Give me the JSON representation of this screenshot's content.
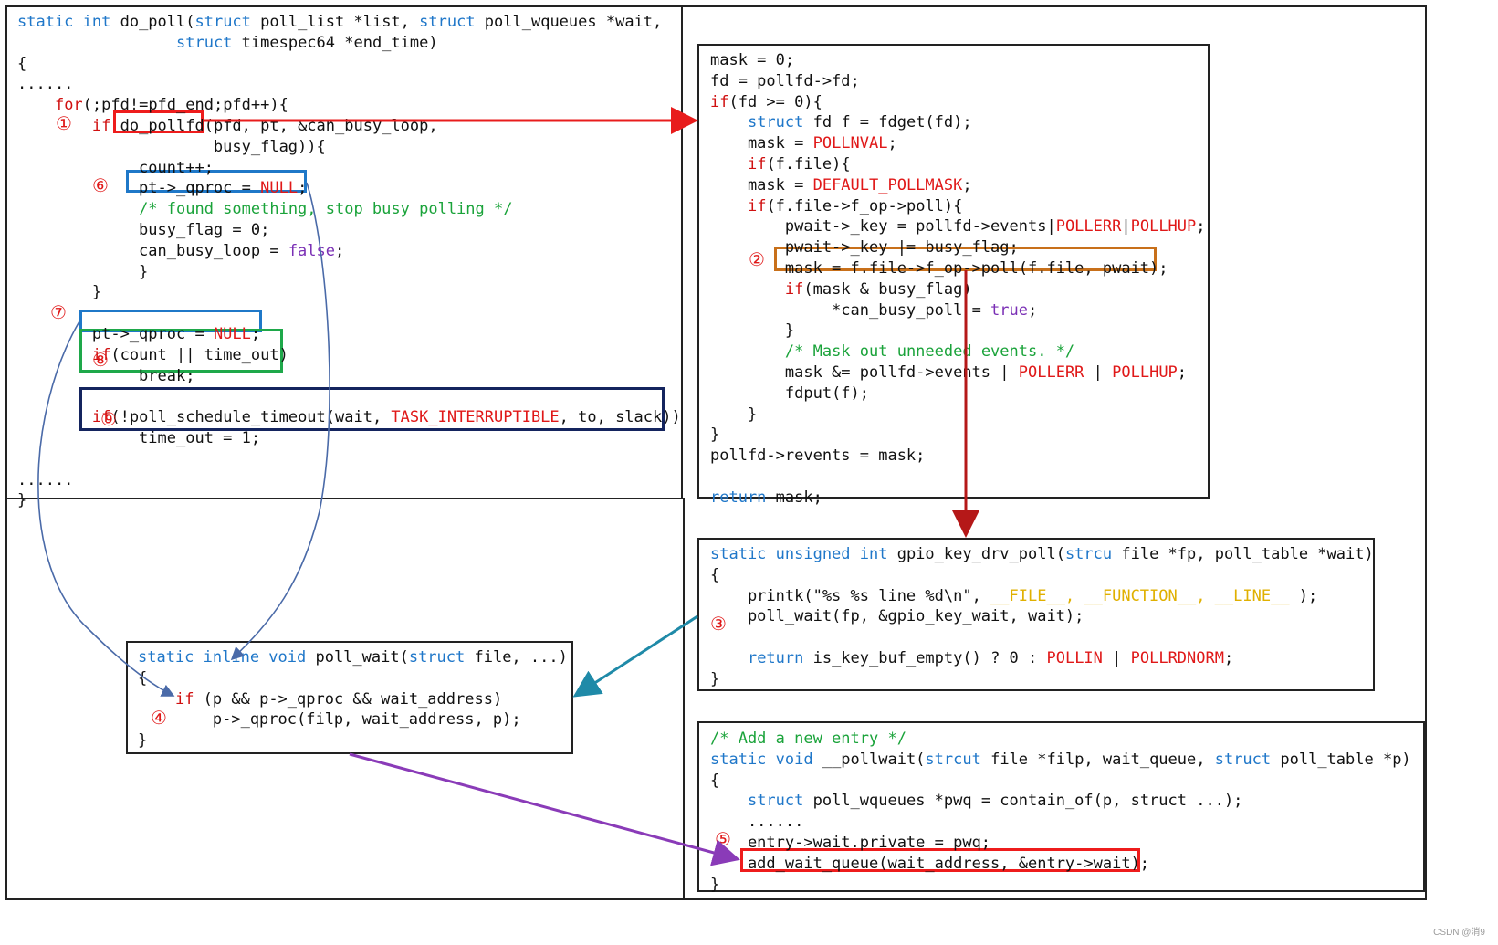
{
  "colors": {
    "keyword": "#1f77c9",
    "control": "#d01010",
    "constant": "#e01818",
    "comment": "#1aa33a",
    "bool": "#7a2fb5",
    "macro": "#e0b000",
    "box_red": "#ee1c1c",
    "box_blue": "#1f78c8",
    "box_green": "#1ea84a",
    "box_navy": "#14245e",
    "box_orange": "#c8701a",
    "arrow_red": "#e81c1c",
    "arrow_darkred": "#b51818",
    "arrow_teal": "#1f8aa8",
    "arrow_purple": "#8a3bb8",
    "arrow_blue": "#4a6aa8"
  },
  "blocks": [
    {
      "id": "do-poll",
      "lines": [
        [
          [
            "static int",
            "kw"
          ],
          [
            " do_poll(",
            ""
          ],
          [
            "struct",
            "kw"
          ],
          [
            " poll_list *list, ",
            ""
          ],
          [
            "struct",
            "kw"
          ],
          [
            " poll_wqueues *wait,",
            ""
          ]
        ],
        [
          [
            "                 ",
            ""
          ],
          [
            "struct",
            "kw"
          ],
          [
            " timespec64 *end_time)",
            ""
          ]
        ],
        [
          [
            "{",
            ""
          ]
        ],
        [
          [
            "......",
            ""
          ]
        ],
        [
          [
            "    ",
            ""
          ],
          [
            "for",
            "ctl"
          ],
          [
            "(;pfd!=pfd_end;pfd++){",
            ""
          ]
        ],
        [
          [
            "        ",
            ""
          ],
          [
            "if",
            "ctl"
          ],
          [
            " do_pollfd(pfd, pt, &can_busy_loop,",
            ""
          ]
        ],
        [
          [
            "                     busy_flag)){",
            ""
          ]
        ],
        [
          [
            "             count++;",
            ""
          ]
        ],
        [
          [
            "             pt->_qproc = ",
            ""
          ],
          [
            "NULL",
            "cst"
          ],
          [
            ";",
            ""
          ]
        ],
        [
          [
            "             ",
            ""
          ],
          [
            "/* found something, stop busy polling */",
            "cm"
          ]
        ],
        [
          [
            "             busy_flag = 0;",
            ""
          ]
        ],
        [
          [
            "             can_busy_loop = ",
            ""
          ],
          [
            "false",
            "bool"
          ],
          [
            ";",
            ""
          ]
        ],
        [
          [
            "             }",
            ""
          ]
        ],
        [
          [
            "        }",
            ""
          ]
        ],
        [
          [
            "",
            ""
          ]
        ],
        [
          [
            "        pt->_qproc = ",
            ""
          ],
          [
            "NULL",
            "cst"
          ],
          [
            ";",
            ""
          ]
        ],
        [
          [
            "        ",
            ""
          ],
          [
            "if",
            "ctl"
          ],
          [
            "(count || time_out)",
            ""
          ]
        ],
        [
          [
            "             break;",
            ""
          ]
        ],
        [
          [
            "",
            ""
          ]
        ],
        [
          [
            "        ",
            ""
          ],
          [
            "if",
            "ctl"
          ],
          [
            "(!poll_schedule_timeout(wait, ",
            ""
          ],
          [
            "TASK_INTERRUPTIBLE",
            "cst"
          ],
          [
            ", to, slack))",
            ""
          ]
        ],
        [
          [
            "             time_out = 1;",
            ""
          ]
        ],
        [
          [
            "",
            ""
          ]
        ],
        [
          [
            "......",
            ""
          ]
        ],
        [
          [
            "}",
            ""
          ]
        ]
      ]
    },
    {
      "id": "do-pollfd",
      "lines": [
        [
          [
            "mask = 0;",
            ""
          ]
        ],
        [
          [
            "fd = pollfd->fd;",
            ""
          ]
        ],
        [
          [
            "if",
            "ctl"
          ],
          [
            "(fd >= 0){",
            ""
          ]
        ],
        [
          [
            "    ",
            ""
          ],
          [
            "struct",
            "kw"
          ],
          [
            " fd f = fdget(fd);",
            ""
          ]
        ],
        [
          [
            "    mask = ",
            ""
          ],
          [
            "POLLNVAL",
            "cst"
          ],
          [
            ";",
            ""
          ]
        ],
        [
          [
            "    ",
            ""
          ],
          [
            "if",
            "ctl"
          ],
          [
            "(f.file){",
            ""
          ]
        ],
        [
          [
            "    mask = ",
            ""
          ],
          [
            "DEFAULT_POLLMASK",
            "cst"
          ],
          [
            ";",
            ""
          ]
        ],
        [
          [
            "    ",
            ""
          ],
          [
            "if",
            "ctl"
          ],
          [
            "(f.file->f_op->poll){",
            ""
          ]
        ],
        [
          [
            "        pwait->_key = pollfd->events|",
            ""
          ],
          [
            "POLLERR",
            "cst"
          ],
          [
            "|",
            ""
          ],
          [
            "POLLHUP",
            "cst"
          ],
          [
            ";",
            ""
          ]
        ],
        [
          [
            "        pwait->_key |= busy_flag;",
            ""
          ]
        ],
        [
          [
            "        mask = f.file->f_op->poll(f.file, pwait);",
            ""
          ]
        ],
        [
          [
            "        ",
            ""
          ],
          [
            "if",
            "ctl"
          ],
          [
            "(mask & busy_flag)",
            ""
          ]
        ],
        [
          [
            "             *can_busy_poll = ",
            ""
          ],
          [
            "true",
            "bool"
          ],
          [
            ";",
            ""
          ]
        ],
        [
          [
            "        }",
            ""
          ]
        ],
        [
          [
            "        ",
            ""
          ],
          [
            "/* Mask out unneeded events. */",
            "cm"
          ]
        ],
        [
          [
            "        mask &= pollfd->events | ",
            ""
          ],
          [
            "POLLERR",
            "cst"
          ],
          [
            " | ",
            ""
          ],
          [
            "POLLHUP",
            "cst"
          ],
          [
            ";",
            ""
          ]
        ],
        [
          [
            "        fdput(f);",
            ""
          ]
        ],
        [
          [
            "    }",
            ""
          ]
        ],
        [
          [
            "}",
            ""
          ]
        ],
        [
          [
            "pollfd->revents = mask;",
            ""
          ]
        ],
        [
          [
            "",
            ""
          ]
        ],
        [
          [
            "return",
            "kw"
          ],
          [
            " mask;",
            ""
          ]
        ]
      ]
    },
    {
      "id": "gpio-key-drv-poll",
      "lines": [
        [
          [
            "static unsigned int",
            "kw"
          ],
          [
            " gpio_key_drv_poll(",
            ""
          ],
          [
            "strcu",
            "kw"
          ],
          [
            " file *fp, poll_table *wait)",
            ""
          ]
        ],
        [
          [
            "{",
            ""
          ]
        ],
        [
          [
            "    printk(\"%s %s line %d\\n\", ",
            ""
          ],
          [
            "__FILE__, __FUNCTION__, __LINE__",
            "mac"
          ],
          [
            " );",
            ""
          ]
        ],
        [
          [
            "    poll_wait(fp, &gpio_key_wait, wait);",
            ""
          ]
        ],
        [
          [
            "",
            ""
          ]
        ],
        [
          [
            "    ",
            ""
          ],
          [
            "return",
            "kw"
          ],
          [
            " is_key_buf_empty() ? 0 : ",
            ""
          ],
          [
            "POLLIN",
            "cst"
          ],
          [
            " | ",
            ""
          ],
          [
            "POLLRDNORM",
            "cst"
          ],
          [
            ";",
            ""
          ]
        ],
        [
          [
            "}",
            ""
          ]
        ]
      ]
    },
    {
      "id": "poll-wait",
      "lines": [
        [
          [
            "static inline void",
            "kw"
          ],
          [
            " poll_wait(",
            ""
          ],
          [
            "struct",
            "kw"
          ],
          [
            " file, ...)",
            ""
          ]
        ],
        [
          [
            "{",
            ""
          ]
        ],
        [
          [
            "    ",
            ""
          ],
          [
            "if",
            "ctl"
          ],
          [
            " (p && p->_qproc && wait_address)",
            ""
          ]
        ],
        [
          [
            "        p->_qproc(filp, wait_address, p);",
            ""
          ]
        ],
        [
          [
            "}",
            ""
          ]
        ]
      ]
    },
    {
      "id": "pollwait",
      "lines": [
        [
          [
            "/* Add a new entry */",
            "cm"
          ]
        ],
        [
          [
            "static void",
            "kw"
          ],
          [
            " __pollwait(",
            ""
          ],
          [
            "strcut",
            "kw"
          ],
          [
            " file *filp, wait_queue, ",
            ""
          ],
          [
            "struct",
            "kw"
          ],
          [
            " poll_table *p)",
            ""
          ]
        ],
        [
          [
            "{",
            ""
          ]
        ],
        [
          [
            "    ",
            ""
          ],
          [
            "struct",
            "kw"
          ],
          [
            " poll_wqueues *pwq = contain_of(p, struct ...);",
            ""
          ]
        ],
        [
          [
            "    ......",
            ""
          ]
        ],
        [
          [
            "    entry->wait.private = pwq;",
            ""
          ]
        ],
        [
          [
            "    add_wait_queue(wait_address, &entry->wait);",
            ""
          ]
        ],
        [
          [
            "}",
            ""
          ]
        ]
      ]
    }
  ],
  "step_markers": [
    "①",
    "②",
    "③",
    "④",
    "⑤",
    "⑥",
    "⑦",
    "⑧",
    "⑨"
  ],
  "watermark": "CSDN @消9"
}
